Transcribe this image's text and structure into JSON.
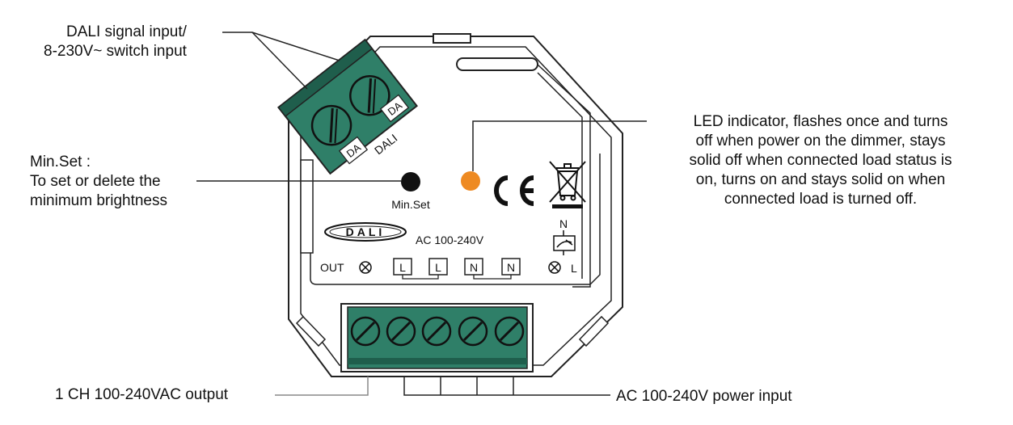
{
  "callouts": {
    "dali_input": [
      "DALI signal input/",
      "8-230V~ switch input"
    ],
    "min_set": [
      "Min.Set :",
      "To set or delete the",
      "minimum brightness"
    ],
    "led_indicator": [
      "LED indicator, flashes once and turns",
      "off when power on the dimmer, stays",
      "solid off when connected load status is",
      "on, turns on and stays solid on when",
      "connected load is turned off."
    ],
    "output": "1 CH 100-240VAC output",
    "power_input": "AC 100-240V power input"
  },
  "device": {
    "dali_terminal_labels": [
      "DA",
      "DA"
    ],
    "dali_text": "DALI",
    "min_set_button_label": "Min.Set",
    "dali_logo_text": "DALI",
    "ac_rating": "AC 100-240V",
    "out_label": "OUT",
    "terminal_labels": [
      "L",
      "L",
      "N",
      "N"
    ],
    "n_label": "N",
    "l_label": "L",
    "ce_mark": "CE"
  },
  "colors": {
    "terminal_green": "#2f7f68",
    "terminal_green_dark": "#1f5e4c",
    "led_orange": "#ee8a22",
    "button_black": "#111111",
    "outline": "#222222",
    "leader_gray": "#888888"
  },
  "icons": [
    "screw-icon",
    "weee-bin-icon",
    "ce-mark-icon",
    "lamp-cross-icon",
    "dimmer-symbol-icon"
  ]
}
